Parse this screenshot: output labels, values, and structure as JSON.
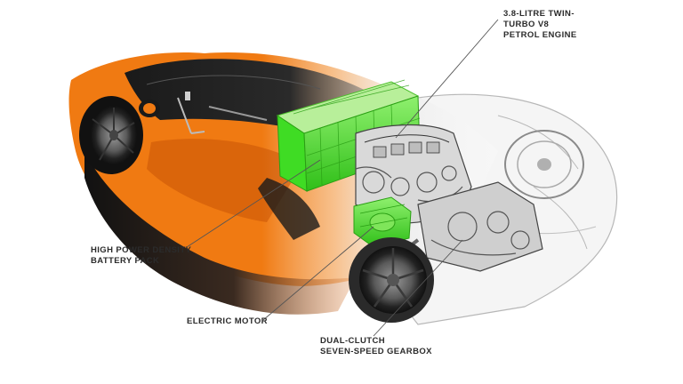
{
  "diagram": {
    "callouts": [
      {
        "id": "engine",
        "lines": [
          "3.8-LITRE TWIN-",
          "TURBO V8",
          "PETROL ENGINE"
        ]
      },
      {
        "id": "battery",
        "lines": [
          "HIGH POWER DENSITY",
          "BATTERY PACK"
        ]
      },
      {
        "id": "motor",
        "lines": [
          "ELECTRIC MOTOR"
        ]
      },
      {
        "id": "gearbox",
        "lines": [
          "DUAL-CLUTCH",
          "SEVEN-SPEED GEARBOX"
        ]
      }
    ]
  },
  "colors": {
    "body_orange": "#f07a12",
    "body_orange_dark": "#c85306",
    "body_black": "#1a1a1a",
    "hybrid_green": "#3fdc24",
    "ghost_gray": "#a8a8a8",
    "mechanical_gray": "#6b6b6b",
    "label_text": "#2b2b2b",
    "leader_line": "#555555"
  }
}
